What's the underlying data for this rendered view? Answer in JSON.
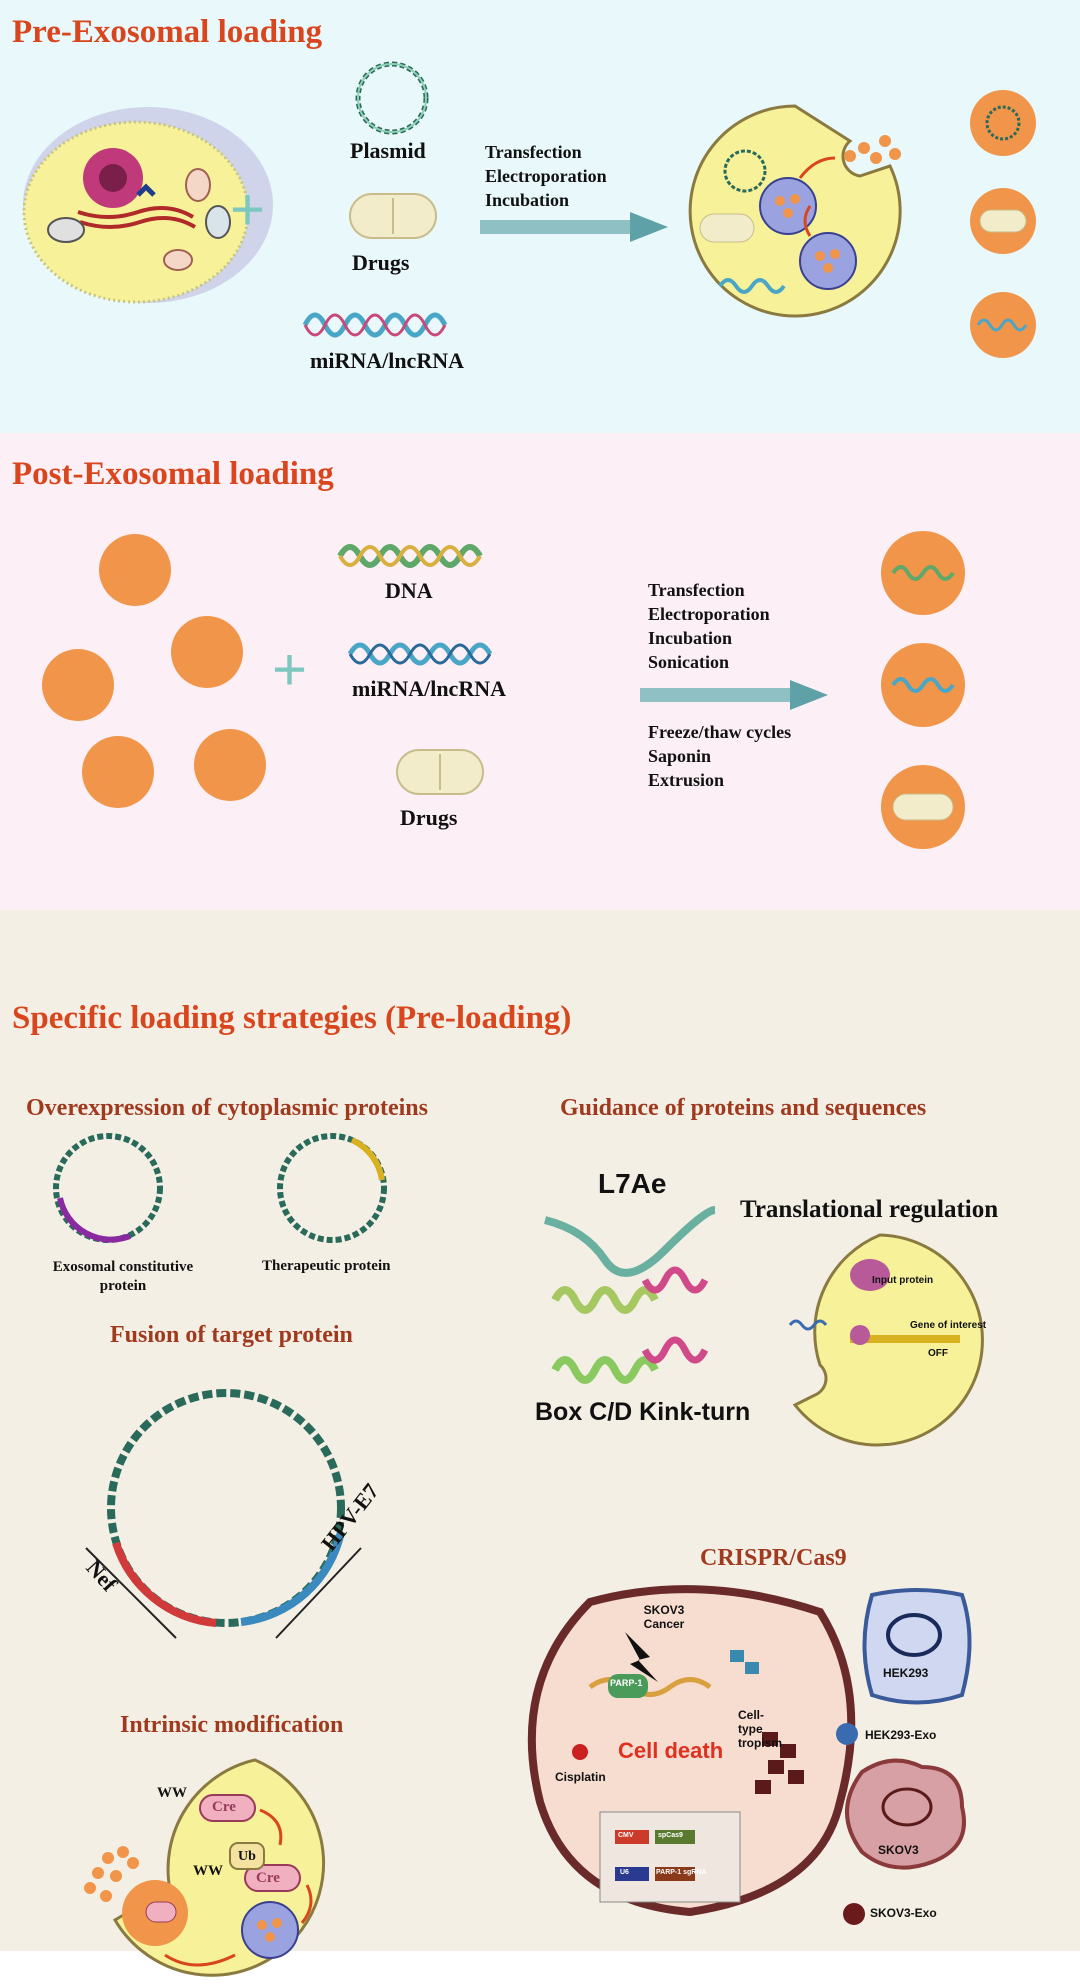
{
  "pre": {
    "title": "Pre-Exosomal loading",
    "plasmid": "Plasmid",
    "drugs": "Drugs",
    "rna": "miRNA/lncRNA",
    "methods": [
      "Transfection",
      "Electroporation",
      "Incubation"
    ]
  },
  "post": {
    "title": "Post-Exosomal loading",
    "dna": "DNA",
    "rna": "miRNA/lncRNA",
    "drugs": "Drugs",
    "methods": [
      "Transfection",
      "Electroporation",
      "Incubation",
      "Sonication"
    ],
    "methods2": [
      "Freeze/thaw cycles",
      "Saponin",
      "Extrusion"
    ]
  },
  "specific": {
    "title": "Specific loading strategies (Pre-loading)",
    "overexpression": {
      "title": "Overexpression of cytoplasmic proteins",
      "label1": "Exosomal constitutive protein",
      "label2": "Therapeutic protein"
    },
    "guidance": {
      "title": "Guidance of proteins and sequences",
      "l7ae": "L7Ae",
      "translational": "Translational regulation",
      "box": "Box C/D Kink-turn",
      "input_protein": "Input protein",
      "gene_of_interest": "Gene of interest",
      "off": "OFF"
    },
    "fusion": {
      "title": "Fusion of target protein",
      "nef": "Nef",
      "hpv": "HPV-E7"
    },
    "intrinsic": {
      "title": "Intrinsic modification",
      "ww": "WW",
      "cre": "Cre",
      "ub": "Ub"
    },
    "crispr": {
      "title": "CRISPR/Cas9",
      "skov3_cancer": "SKOV3 Cancer",
      "parp1": "PARP-1",
      "cisplatin": "Cisplatin",
      "cell_death": "Cell death",
      "tropism": "Cell- type tropism",
      "hek293": "HEK293",
      "hek293_exo": "HEK293-Exo",
      "skov3": "SKOV3",
      "skov3_exo": "SKOV3-Exo",
      "cmv": "CMV",
      "spcas9": "spCas9",
      "u6": "U6",
      "sgrna": "PARP-1 sgRNA"
    }
  },
  "colors": {
    "title": "#d9461e",
    "subtitle": "#a03a1f",
    "exosome": "#f0954a",
    "cell": "#f7f29a",
    "arrow": "#7ab3b8",
    "plus": "#7cc7c0"
  }
}
